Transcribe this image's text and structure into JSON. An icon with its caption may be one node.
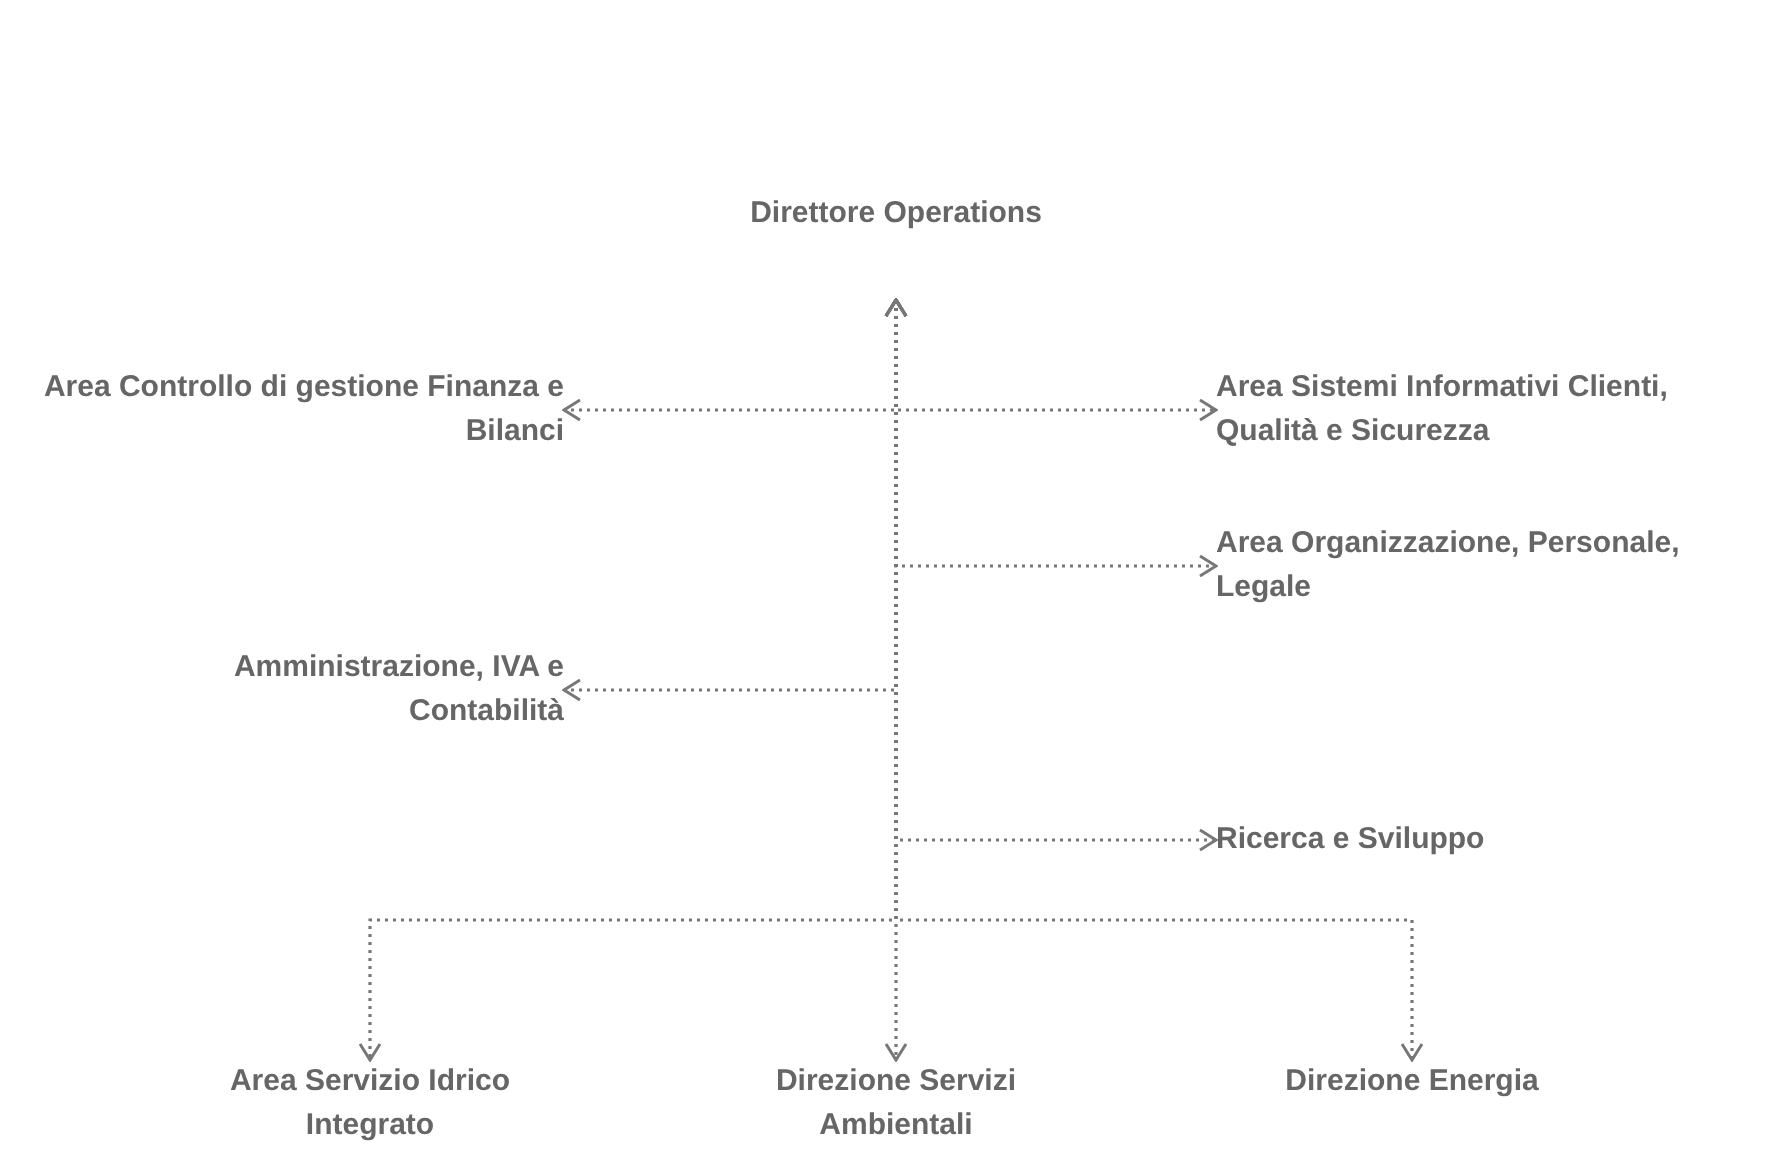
{
  "diagram": {
    "nodes": [
      {
        "text": [
          "Direttore Operations"
        ]
      },
      {
        "text": [
          "Area Controllo di gestione Finanza e Bilanci"
        ]
      },
      {
        "text": [
          "Area Sistemi Informativi Clienti, Qualità e Sicurezza"
        ]
      },
      {
        "text": [
          "Area Organizzazione, Personale, Legale"
        ]
      },
      {
        "text": [
          "Amministrazione, IVA e Contabilità"
        ]
      },
      {
        "text": [
          "Ricerca e Sviluppo"
        ]
      },
      {
        "text": [
          "Area Servizio Idrico Integrato"
        ]
      },
      {
        "text": [
          "Direzione Servizi Ambientali"
        ]
      },
      {
        "text": [
          "Direzione Energia"
        ]
      }
    ],
    "edges": [
      {
        "from": 0,
        "to": 1,
        "arrow": "both",
        "style": "dashed"
      },
      {
        "from": 0,
        "to": 2,
        "arrow": "both",
        "style": "dashed"
      },
      {
        "from": 0,
        "to": 3,
        "arrow": "both",
        "style": "dashed"
      },
      {
        "from": 0,
        "to": 4,
        "arrow": "both",
        "style": "dashed"
      },
      {
        "from": 0,
        "to": 5,
        "arrow": "both",
        "style": "dashed"
      },
      {
        "from": 0,
        "to": 6,
        "arrow": "both",
        "style": "dashed"
      },
      {
        "from": 0,
        "to": 7,
        "arrow": "both",
        "style": "dashed"
      },
      {
        "from": 0,
        "to": 8,
        "arrow": "both",
        "style": "dashed"
      }
    ]
  }
}
